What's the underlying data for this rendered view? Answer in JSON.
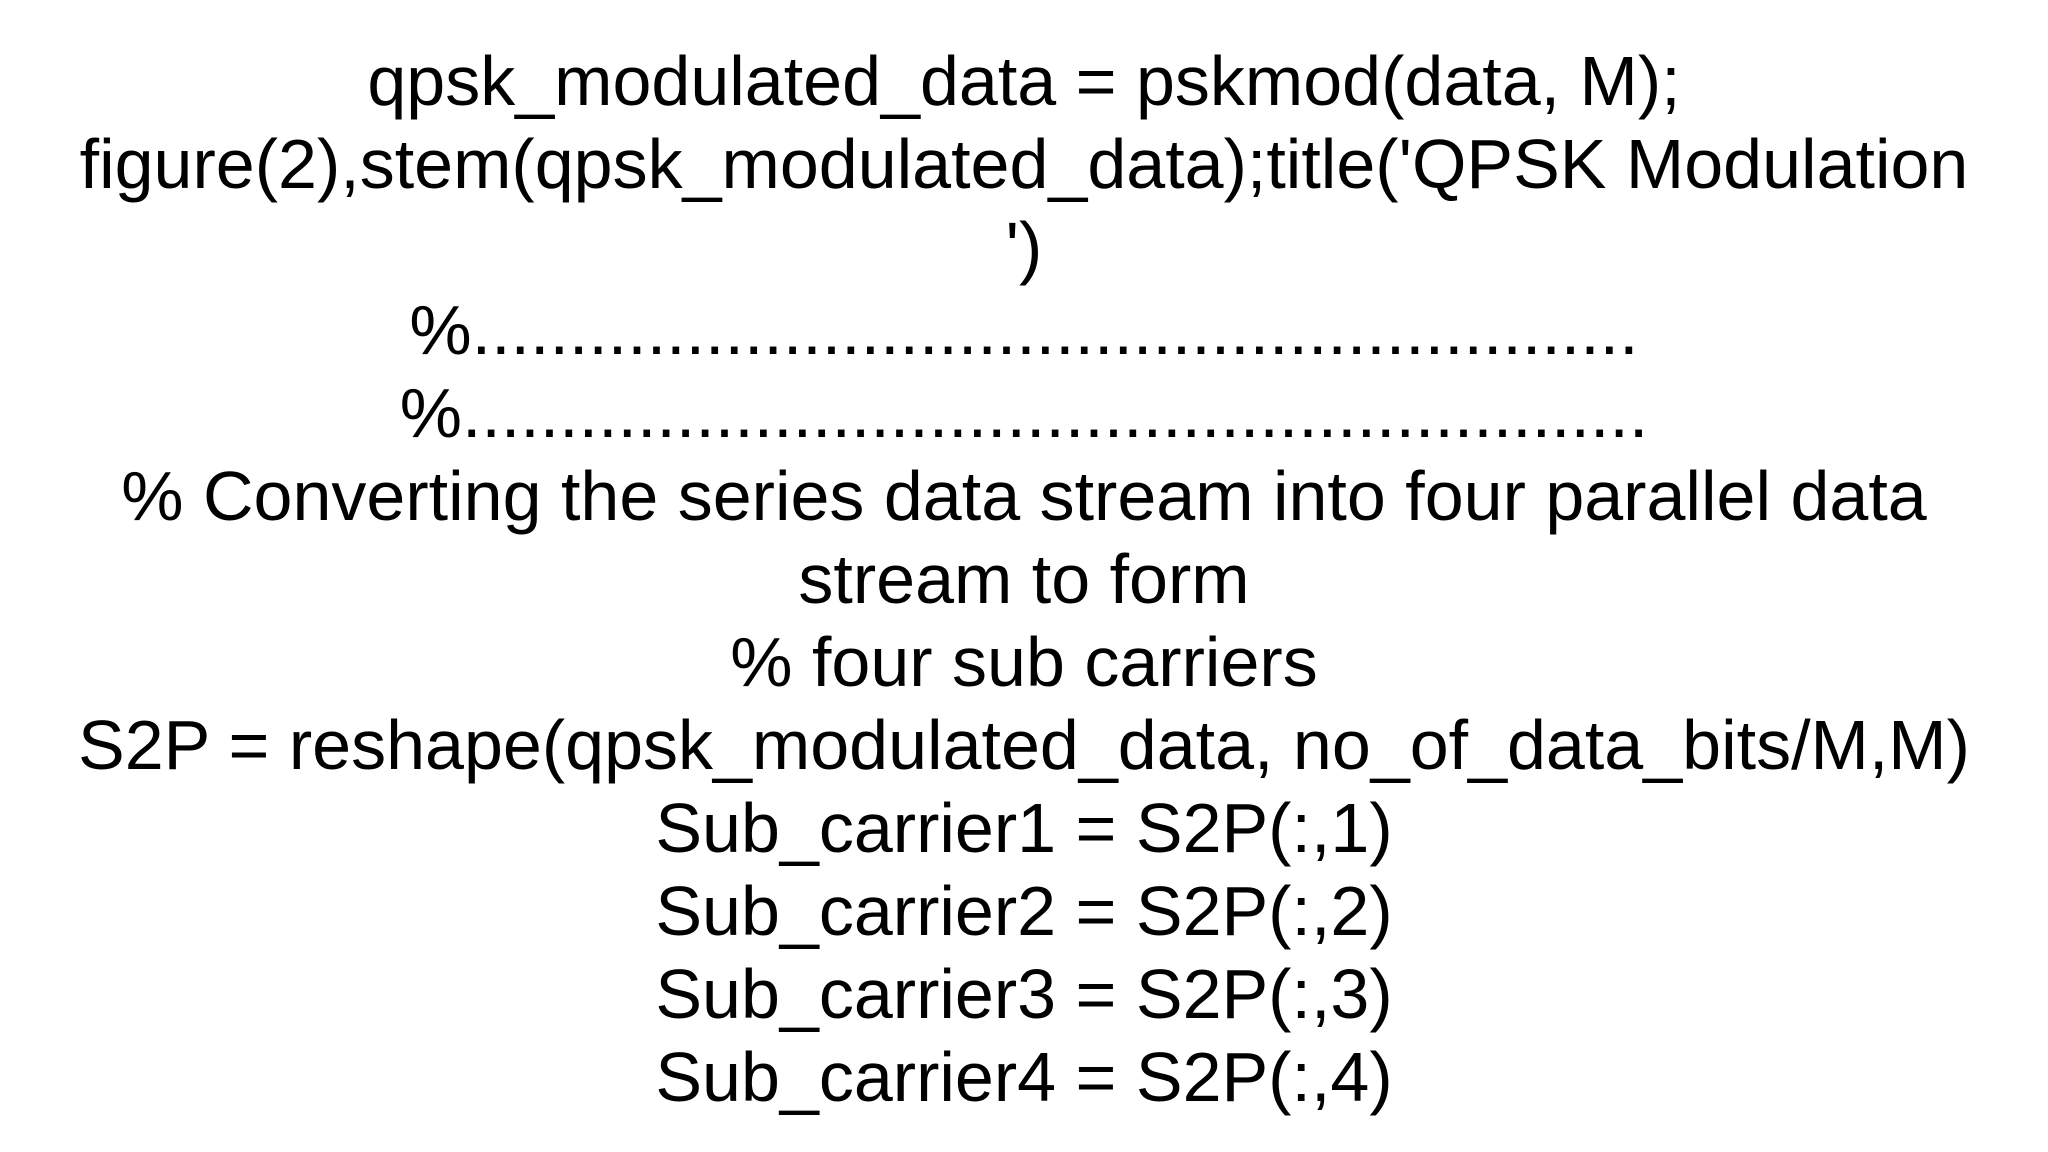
{
  "page": {
    "background_color": "#ffffff",
    "text_color": "#000000"
  },
  "code": {
    "lines": [
      "qpsk_modulated_data = pskmod(data, M);",
      "figure(2),stem(qpsk_modulated_data);title('QPSK Modulation",
      "')",
      "%............................................................",
      "%.............................................................",
      "% Converting the series data stream into four parallel data",
      "stream to form",
      "% four sub carriers",
      "S2P = reshape(qpsk_modulated_data, no_of_data_bits/M,M)",
      "Sub_carrier1 = S2P(:,1)",
      "Sub_carrier2 = S2P(:,2)",
      "Sub_carrier3 = S2P(:,3)",
      "Sub_carrier4 = S2P(:,4)"
    ]
  }
}
